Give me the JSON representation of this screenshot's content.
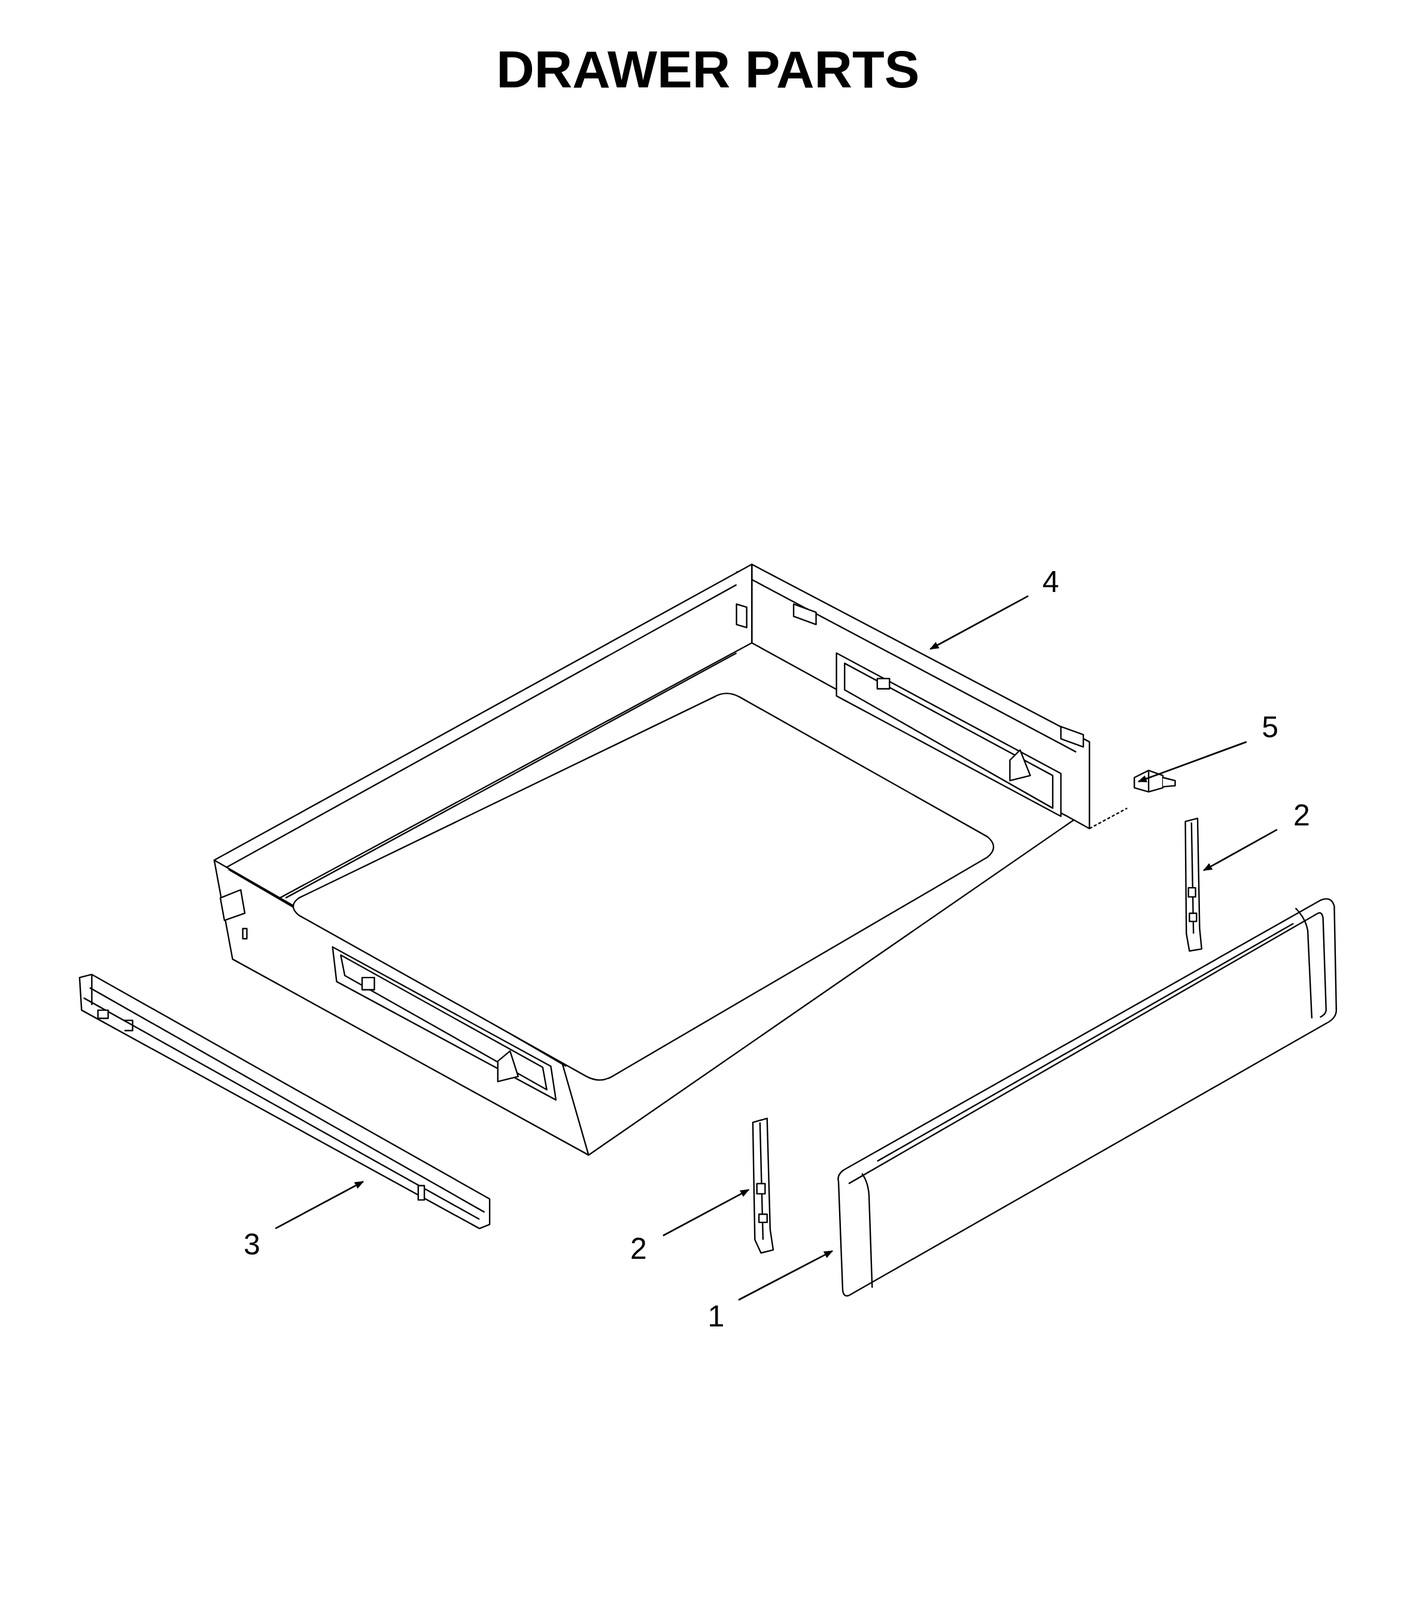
{
  "diagram": {
    "title": "DRAWER PARTS",
    "labels": [
      "4",
      "5",
      "2",
      "3",
      "2",
      "1"
    ]
  }
}
